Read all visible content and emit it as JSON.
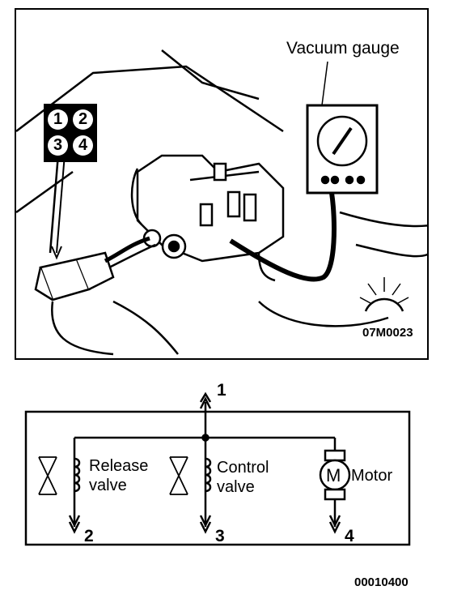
{
  "illustration": {
    "gauge_label": "Vacuum gauge",
    "drawing_code": "07M0023",
    "connector_pins": [
      "1",
      "2",
      "3",
      "4"
    ]
  },
  "schematic": {
    "terminals": [
      "1",
      "2",
      "3",
      "4"
    ],
    "components": [
      {
        "line1": "Release",
        "line2": "valve"
      },
      {
        "line1": "Control",
        "line2": "valve"
      },
      {
        "motor_symbol": "M",
        "line1": "Motor"
      }
    ],
    "drawing_code": "00010400"
  }
}
